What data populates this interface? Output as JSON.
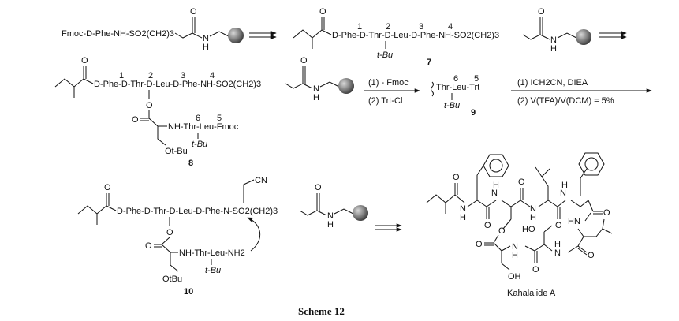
{
  "caption": "Scheme 12",
  "row1": {
    "start": "Fmoc-D-Phe-NH-SO2(CH2)3",
    "product7": "D-Phe-D-Thr-D-Leu-D-Phe-NH-SO2(CH2)3",
    "tbu": "t-Bu",
    "label7": "7",
    "res_nums": [
      "1",
      "2",
      "3",
      "4"
    ]
  },
  "row2": {
    "chain": "D-Phe-D-Thr-D-Leu-D-Phe-NH-SO2(CH2)3",
    "branch": "NH-Thr-Leu-Fmoc",
    "tbu": "t-Bu",
    "otbu": "Ot-Bu",
    "label8": "8",
    "res_nums": [
      "1",
      "2",
      "3",
      "4",
      "6",
      "5"
    ],
    "conditions_a": [
      "(1) - Fmoc",
      "(2) Trt-Cl"
    ],
    "fragment9": "Thr-Leu-Trt",
    "fragment9_nums": [
      "6",
      "5"
    ],
    "label9": "9",
    "conditions_b": [
      "(1) ICH2CN, DIEA",
      "(2) V(TFA)/V(DCM) = 5%"
    ]
  },
  "row3": {
    "chain": "D-Phe-D-Thr-D-Leu-D-Phe-N-SO2(CH2)3",
    "cn": "CN",
    "branch": "NH-Thr-Leu-NH2",
    "tbu": "t-Bu",
    "otbu": "OtBu",
    "label10": "10",
    "product_name": "Kahalalide A"
  },
  "atoms": {
    "O": "O",
    "H": "H",
    "N": "N",
    "HN": "HN",
    "NH": "NH",
    "HO": "HO",
    "OH": "OH"
  }
}
